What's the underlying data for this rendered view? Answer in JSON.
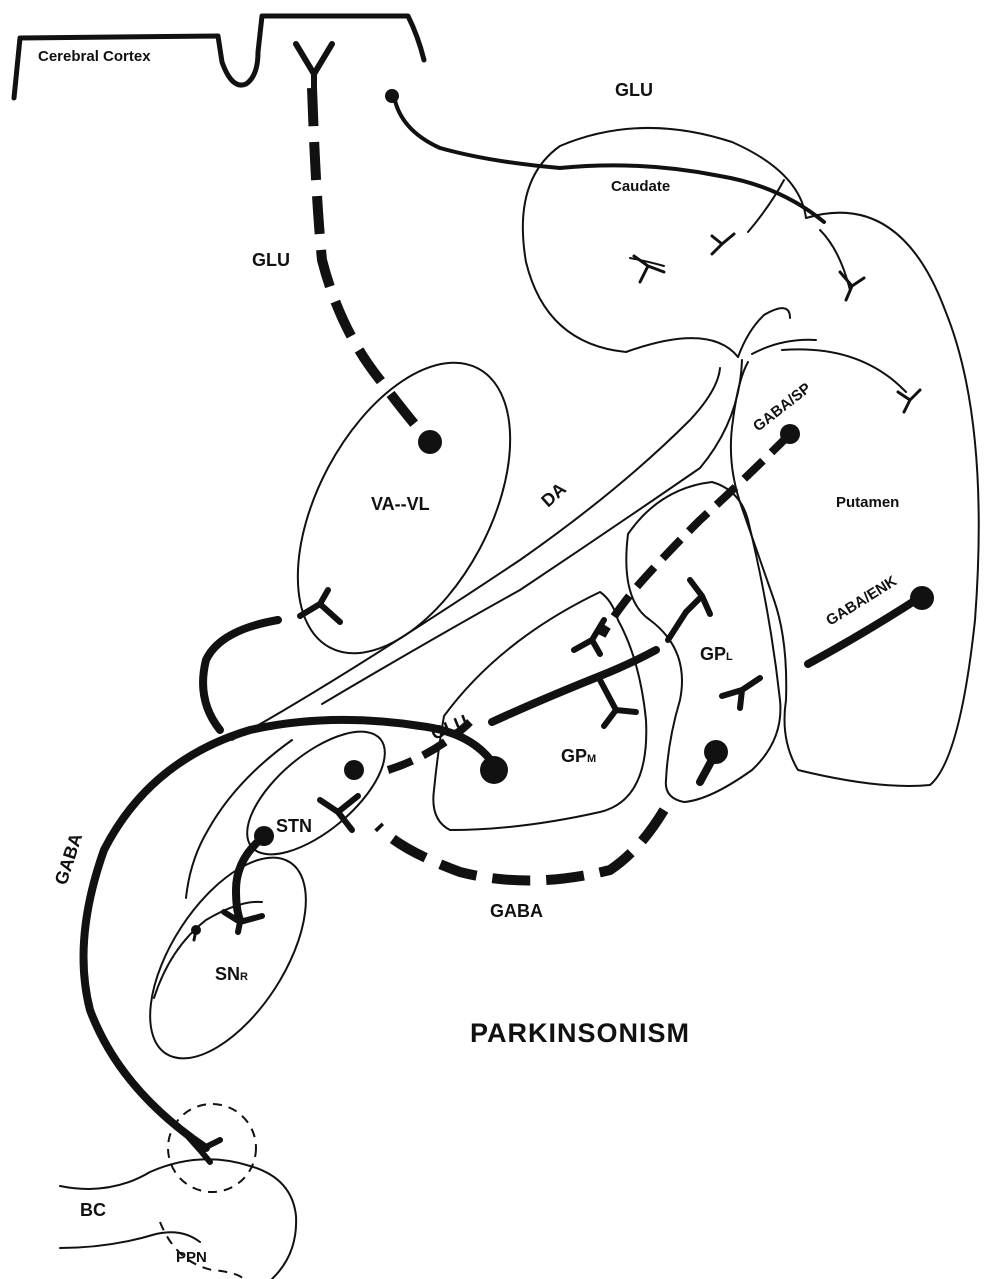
{
  "title": "PARKINSONISM",
  "structures": {
    "cortex": "Cerebral Cortex",
    "caudate": "Caudate",
    "putamen": "Putamen",
    "thalamus": "VA--VL",
    "gpl": "GPL",
    "gpm": "GPM",
    "stn": "STN",
    "snr": "SNR",
    "bc": "BC",
    "ppn": "PPN"
  },
  "transmitters": {
    "cortex_to_caudate": "GLU",
    "thalamus_to_cortex": "GLU",
    "stn_to_gpm": "GLU",
    "dopamine": "DA",
    "striatum_to_gpm": "GABA/SP",
    "striatum_to_gpl": "GABA/ENK",
    "gpl_to_stn": "GABA",
    "gpm_to_ppn": "GABA"
  }
}
